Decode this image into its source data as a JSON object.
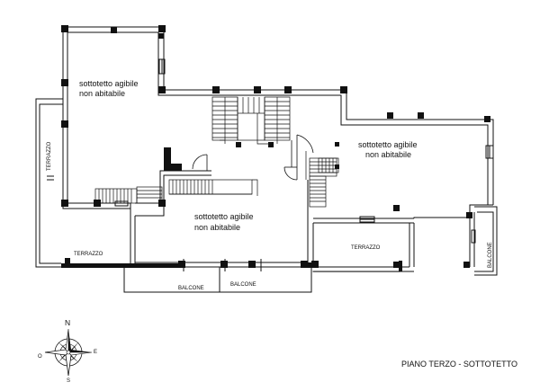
{
  "title": "PIANO TERZO - SOTTOTETTO",
  "rooms": [
    {
      "line1": "sottotetto agibile",
      "line2": "non abitabile"
    },
    {
      "line1": "sottotetto agibile",
      "line2": "non abitabile"
    },
    {
      "line1": "sottotetto agibile",
      "line2": "non abitabile"
    }
  ],
  "labels": {
    "terrazzo_west": "TERRAZZO",
    "terrazzo_southwest": "TERRAZZO",
    "terrazzo_southeast": "TERRAZZO",
    "balcone_1": "BALCONE",
    "balcone_2": "BALCONE",
    "balcone_east": "BALCONE"
  },
  "compass": {
    "north": "N",
    "east": "E",
    "south": "S",
    "west": "O"
  }
}
